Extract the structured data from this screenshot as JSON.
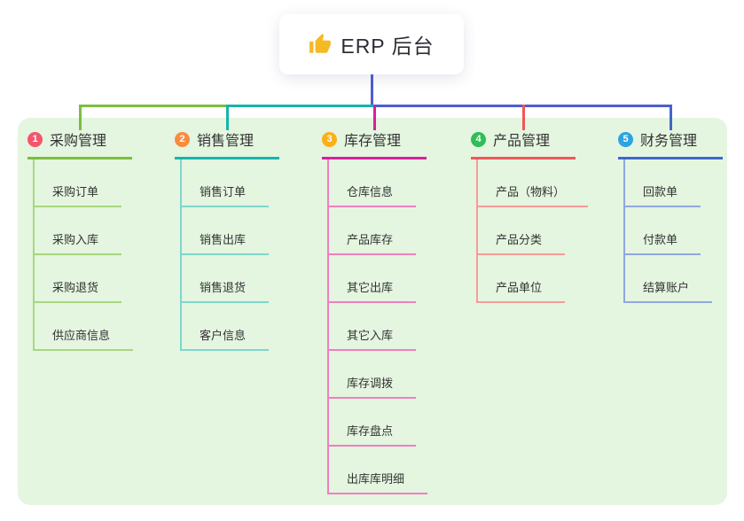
{
  "root": {
    "label": "ERP 后台",
    "icon": "thumbs-up-icon",
    "icon_color": "#f6b926",
    "line_color": "#4c5ed0"
  },
  "panel": {
    "background": "#e4f5e0"
  },
  "text_color": "#333333",
  "branches": [
    {
      "num": "1",
      "title": "采购管理",
      "badge_color": "#f5566c",
      "line_color": "#7cbd3f",
      "child_line_color": "#a9d77e",
      "children": [
        "采购订单",
        "采购入库",
        "采购退货",
        "供应商信息"
      ]
    },
    {
      "num": "2",
      "title": "销售管理",
      "badge_color": "#fa8c3e",
      "line_color": "#14b5a8",
      "child_line_color": "#7fd6cd",
      "children": [
        "销售订单",
        "销售出库",
        "销售退货",
        "客户信息"
      ]
    },
    {
      "num": "3",
      "title": "库存管理",
      "badge_color": "#fbb018",
      "line_color": "#d6219c",
      "child_line_color": "#f07fc0",
      "children": [
        "仓库信息",
        "产品库存",
        "其它出库",
        "其它入库",
        "库存调拨",
        "库存盘点",
        "出库库明细"
      ]
    },
    {
      "num": "4",
      "title": "产品管理",
      "badge_color": "#2fbd57",
      "line_color": "#f2565a",
      "child_line_color": "#f79b97",
      "children": [
        "产品（物料）",
        "产品分类",
        "产品单位"
      ]
    },
    {
      "num": "5",
      "title": "财务管理",
      "badge_color": "#2ba4e2",
      "line_color": "#3f66cc",
      "child_line_color": "#8fa8e0",
      "children": [
        "回款单",
        "付款单",
        "结算账户"
      ]
    }
  ]
}
